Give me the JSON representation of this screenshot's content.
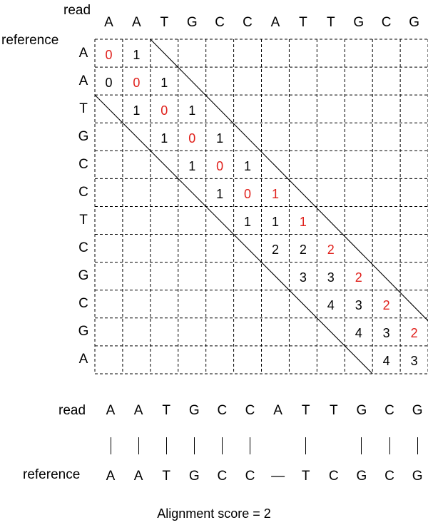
{
  "labels": {
    "read": "read",
    "reference": "reference"
  },
  "read_seq": [
    "A",
    "A",
    "T",
    "G",
    "C",
    "C",
    "A",
    "T",
    "T",
    "G",
    "C",
    "G"
  ],
  "ref_seq": [
    "A",
    "A",
    "T",
    "G",
    "C",
    "C",
    "T",
    "C",
    "G",
    "C",
    "G",
    "A"
  ],
  "matrix": [
    [
      "0",
      "1",
      "",
      "",
      "",
      "",
      "",
      "",
      "",
      "",
      "",
      ""
    ],
    [
      "0",
      "0",
      "1",
      "",
      "",
      "",
      "",
      "",
      "",
      "",
      "",
      ""
    ],
    [
      "",
      "1",
      "0",
      "1",
      "",
      "",
      "",
      "",
      "",
      "",
      "",
      ""
    ],
    [
      "",
      "",
      "1",
      "0",
      "1",
      "",
      "",
      "",
      "",
      "",
      "",
      ""
    ],
    [
      "",
      "",
      "",
      "1",
      "0",
      "1",
      "",
      "",
      "",
      "",
      "",
      ""
    ],
    [
      "",
      "",
      "",
      "",
      "1",
      "0",
      "1",
      "",
      "",
      "",
      "",
      ""
    ],
    [
      "",
      "",
      "",
      "",
      "",
      "1",
      "1",
      "1",
      "",
      "",
      "",
      ""
    ],
    [
      "",
      "",
      "",
      "",
      "",
      "",
      "2",
      "2",
      "2",
      "",
      "",
      ""
    ],
    [
      "",
      "",
      "",
      "",
      "",
      "",
      "",
      "3",
      "3",
      "2",
      "",
      ""
    ],
    [
      "",
      "",
      "",
      "",
      "",
      "",
      "",
      "",
      "4",
      "3",
      "2",
      ""
    ],
    [
      "",
      "",
      "",
      "",
      "",
      "",
      "",
      "",
      "",
      "4",
      "3",
      "2"
    ],
    [
      "",
      "",
      "",
      "",
      "",
      "",
      "",
      "",
      "",
      "",
      "4",
      "3"
    ]
  ],
  "highlight": [
    [
      0,
      0
    ],
    [
      1,
      1
    ],
    [
      2,
      2
    ],
    [
      3,
      3
    ],
    [
      4,
      4
    ],
    [
      5,
      5
    ],
    [
      5,
      6
    ],
    [
      6,
      7
    ],
    [
      7,
      8
    ],
    [
      8,
      9
    ],
    [
      9,
      10
    ],
    [
      10,
      11
    ]
  ],
  "highlight_color": "#e0201b",
  "alignment": {
    "read_label": "read",
    "reference_label": "reference",
    "read": [
      "A",
      "A",
      "T",
      "G",
      "C",
      "C",
      "A",
      "T",
      "T",
      "G",
      "C",
      "G"
    ],
    "match": [
      true,
      true,
      true,
      true,
      true,
      true,
      false,
      true,
      false,
      true,
      true,
      true
    ],
    "reference": [
      "A",
      "A",
      "T",
      "G",
      "C",
      "C",
      "—",
      "T",
      "C",
      "G",
      "C",
      "G"
    ]
  },
  "score_text": "Alignment score = 2"
}
